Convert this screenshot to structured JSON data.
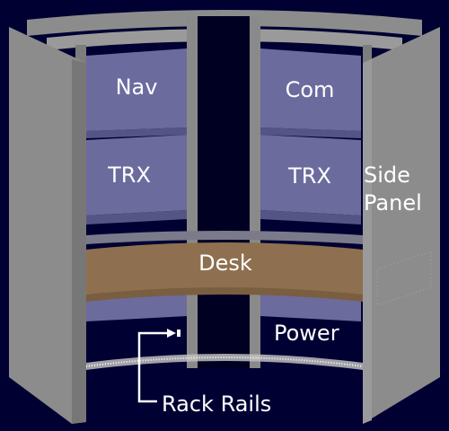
{
  "colors": {
    "background": "#000033",
    "frame": "#8c8c8c",
    "frame_dark": "#6f6f6f",
    "panel": "#6b6b9e",
    "panel_shade": "#5c5c8c",
    "desk": "#8e7050",
    "rail": "#ffffff"
  },
  "labels": {
    "nav": "Nav",
    "com": "Com",
    "trx_left": "TRX",
    "trx_right": "TRX",
    "side_panel_line1": "Side",
    "side_panel_line2": "Panel",
    "desk": "Desk",
    "power": "Power",
    "rack_rails": "Rack Rails"
  }
}
